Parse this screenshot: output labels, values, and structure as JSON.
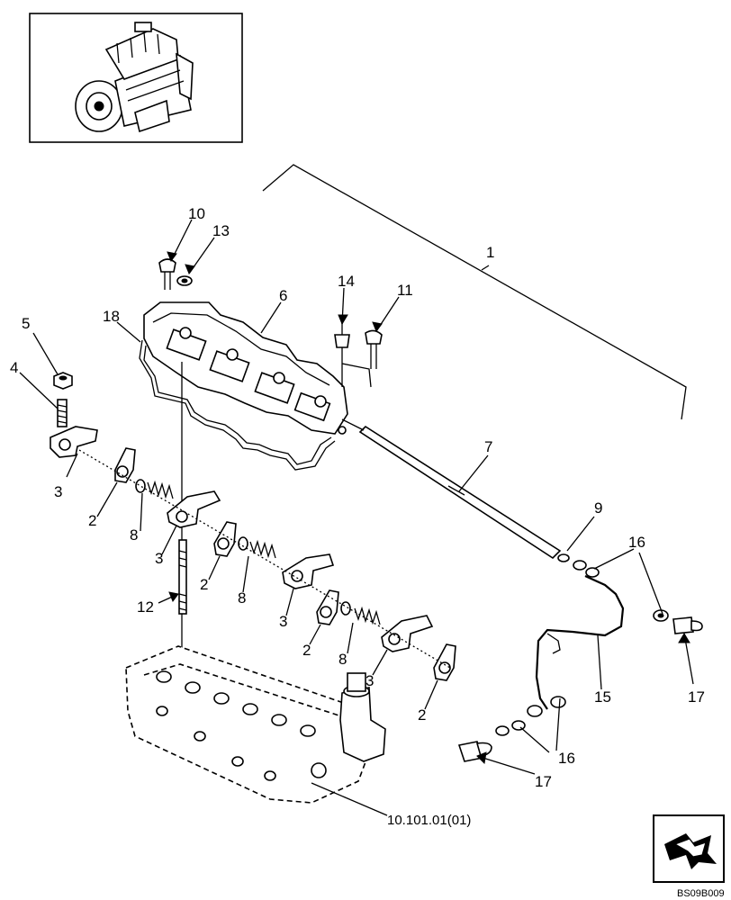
{
  "diagram": {
    "callouts": [
      "1",
      "2",
      "3",
      "4",
      "5",
      "6",
      "7",
      "8",
      "9",
      "10",
      "11",
      "12",
      "13",
      "14",
      "15",
      "16",
      "17",
      "18"
    ],
    "reference": "10.101.01(01)",
    "figure_code": "BS09B009"
  },
  "icons": {
    "thumbnail": "engine-thumbnail-icon",
    "navigation": "navigation-arrow-icon"
  }
}
